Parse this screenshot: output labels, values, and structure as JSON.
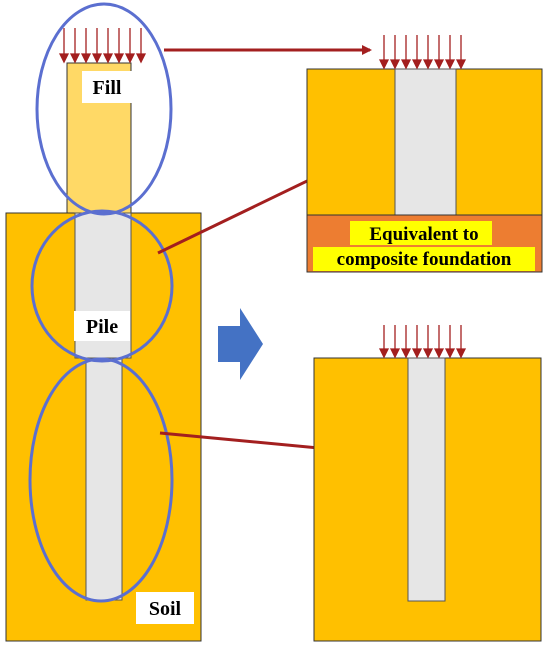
{
  "labels": {
    "fill": "Fill",
    "pile": "Pile",
    "soil": "Soil",
    "equivalent_line1": "Equivalent to",
    "equivalent_line2": "composite foundation"
  },
  "colors": {
    "soil": "#FFC000",
    "fill": "#FFD966",
    "pile": "#E6E6E6",
    "composite_layer": "#ED7D31",
    "ellipse": "#5B6FD0",
    "arrow": "#A31F1F",
    "big_arrow": "#4472C4",
    "label_highlight": "#FFFF00"
  },
  "icons": {
    "load": "distributed-load-arrows",
    "transition": "right-arrow"
  }
}
